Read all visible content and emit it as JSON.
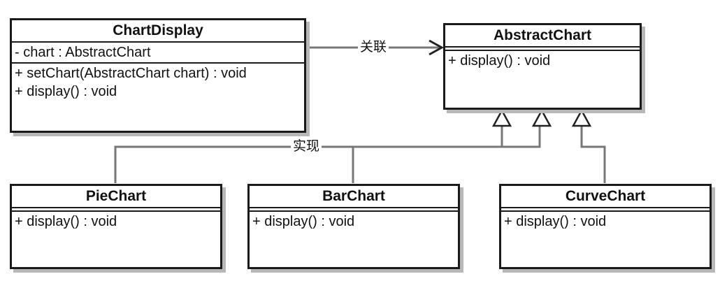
{
  "classes": {
    "chart_display": {
      "name": "ChartDisplay",
      "attributes": [
        "- chart : AbstractChart"
      ],
      "operations": [
        "+ setChart(AbstractChart chart) : void",
        "+ display() : void"
      ]
    },
    "abstract_chart": {
      "name": "AbstractChart",
      "operations": [
        "+ display() : void"
      ]
    },
    "pie_chart": {
      "name": "PieChart",
      "operations": [
        "+ display() : void"
      ]
    },
    "bar_chart": {
      "name": "BarChart",
      "operations": [
        "+ display() : void"
      ]
    },
    "curve_chart": {
      "name": "CurveChart",
      "operations": [
        "+ display() : void"
      ]
    }
  },
  "relations": {
    "association_label": "关联",
    "realization_label": "实现"
  }
}
